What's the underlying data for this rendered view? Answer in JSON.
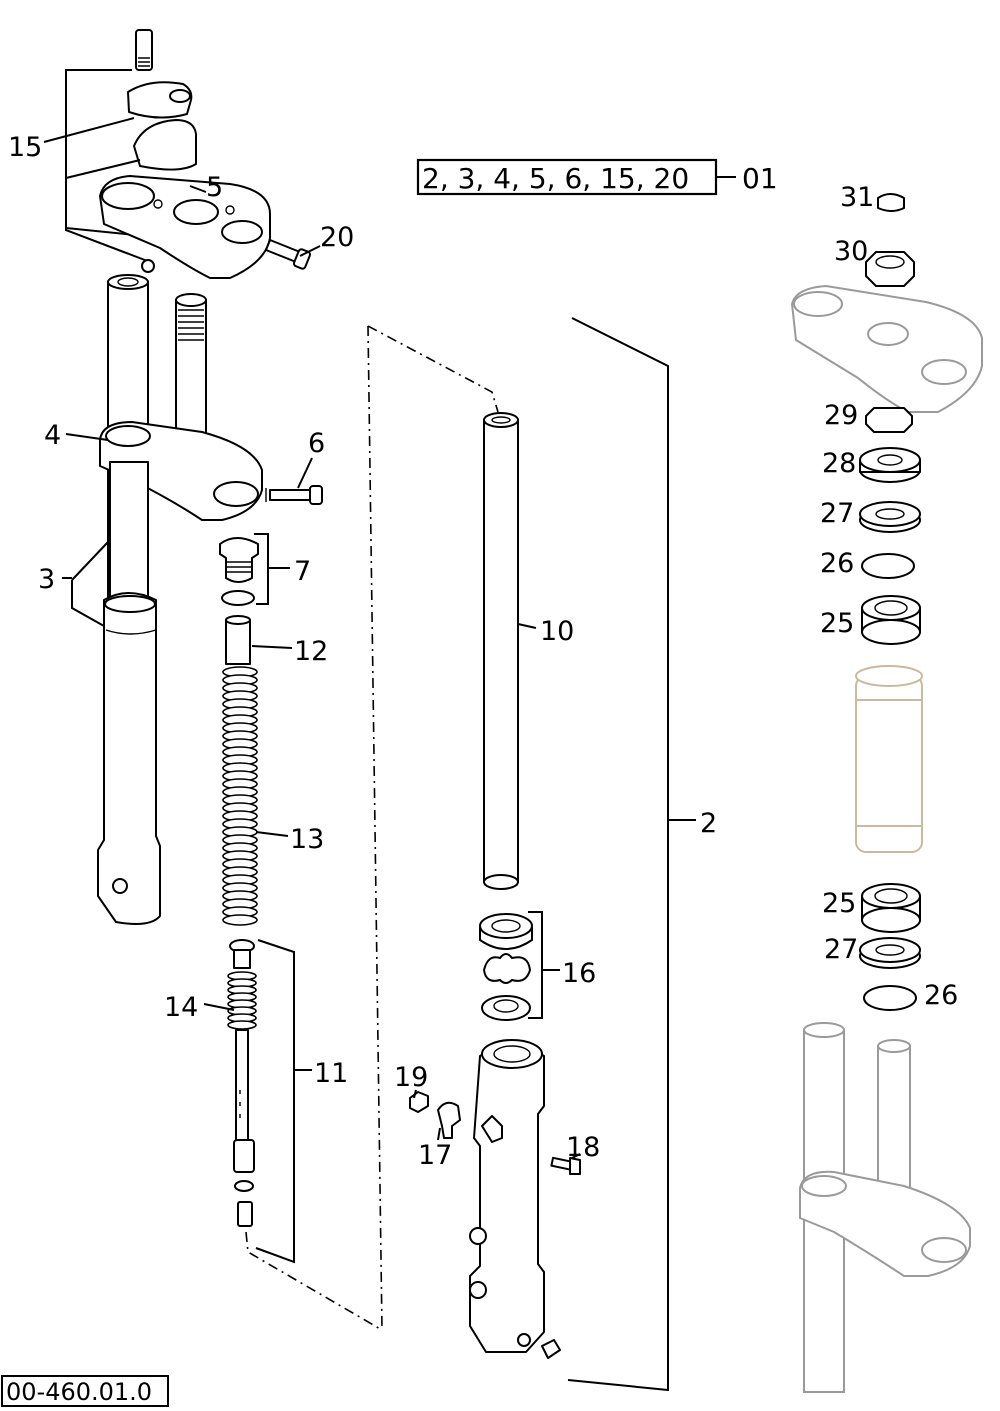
{
  "kit": {
    "list": "2, 3, 4, 5, 6, 15, 20",
    "code": "01"
  },
  "drawing_number": "00-460.01.0",
  "callouts": {
    "c2": "2",
    "c3": "3",
    "c4": "4",
    "c5": "5",
    "c6": "6",
    "c7": "7",
    "c10": "10",
    "c11": "11",
    "c12": "12",
    "c13": "13",
    "c14": "14",
    "c15": "15",
    "c16": "16",
    "c17": "17",
    "c18": "18",
    "c19": "19",
    "c20": "20",
    "c25a": "25",
    "c25b": "25",
    "c26a": "26",
    "c26b": "26",
    "c27a": "27",
    "c27b": "27",
    "c28": "28",
    "c29": "29",
    "c30": "30",
    "c31": "31"
  }
}
